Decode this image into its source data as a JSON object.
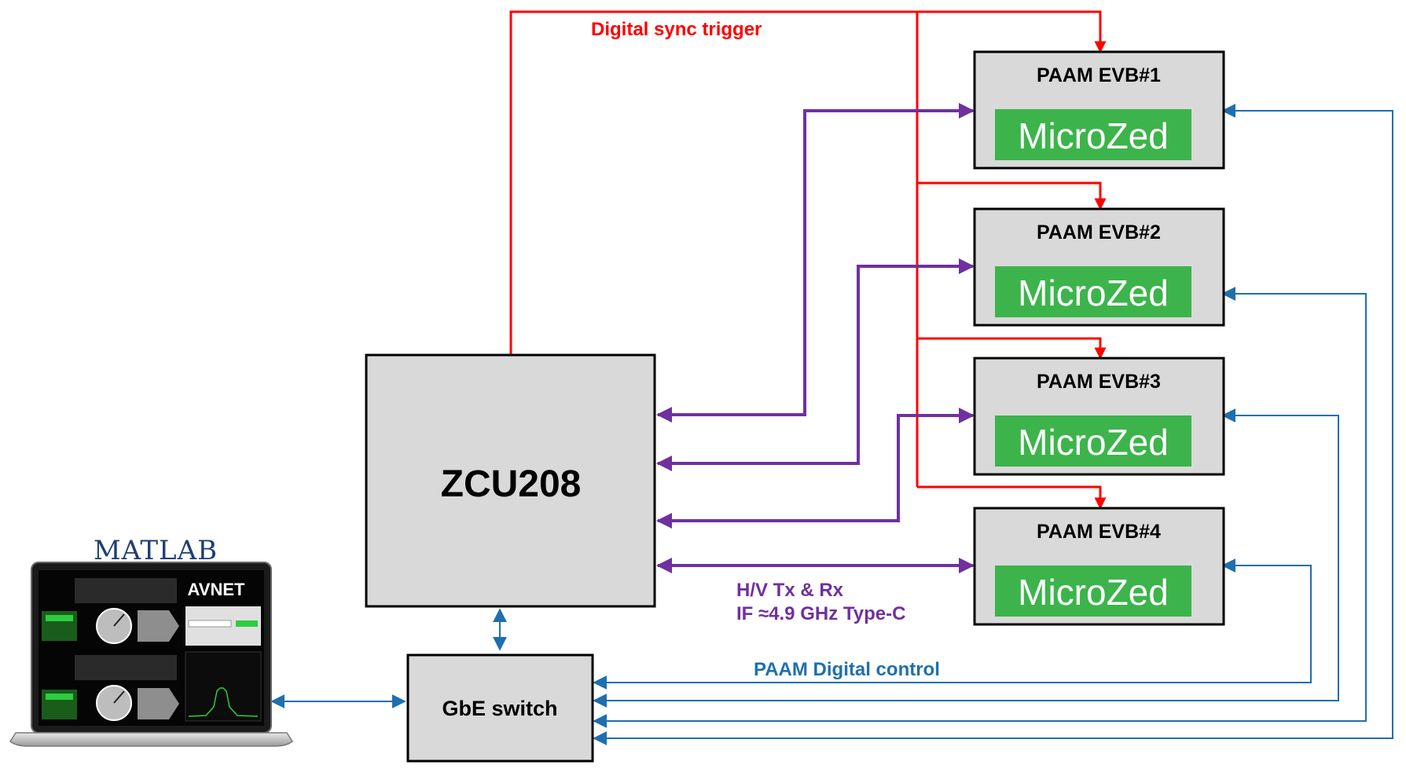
{
  "diagram": {
    "main_board": "ZCU208",
    "switch": "GbE switch",
    "evbs": [
      {
        "title": "PAAM EVB#1",
        "module": "MicroZed"
      },
      {
        "title": "PAAM EVB#2",
        "module": "MicroZed"
      },
      {
        "title": "PAAM EVB#3",
        "module": "MicroZed"
      },
      {
        "title": "PAAM EVB#4",
        "module": "MicroZed"
      }
    ],
    "labels": {
      "sync": "Digital sync trigger",
      "if_line1": "H/V Tx & Rx",
      "if_line2": "IF ≈4.9 GHz Type-C",
      "control": "PAAM Digital control"
    },
    "laptop": {
      "brand": "MATLAB",
      "screen_logo": "AVNET"
    },
    "colors": {
      "sync": "#ff0000",
      "if": "#7030a0",
      "control": "#0070c0",
      "box_fill": "#d9d9d9",
      "microzed": "#3cb44b"
    }
  }
}
